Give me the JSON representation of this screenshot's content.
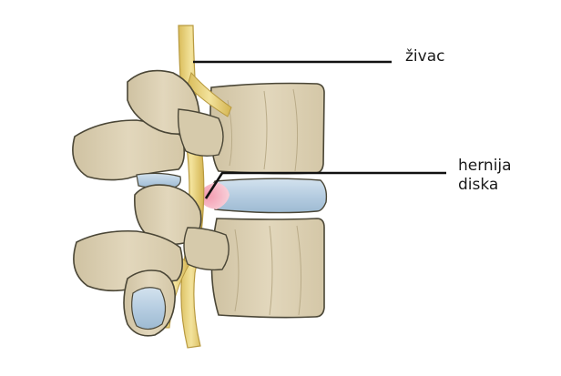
{
  "labels": {
    "nerve": "živac",
    "herniation_line1": "hernija",
    "herniation_line2": "diska"
  },
  "colors": {
    "bone": "#dbcfb2",
    "bone_shadow": "#c2b491",
    "bone_outline": "#4a4636",
    "nerve": "#e9d37a",
    "nerve_dark": "#c8a94a",
    "disc": "#b9d0e3",
    "disc_dark": "#8fb0ca",
    "herniation": "#f0a7b7",
    "leader_line": "#111111"
  }
}
